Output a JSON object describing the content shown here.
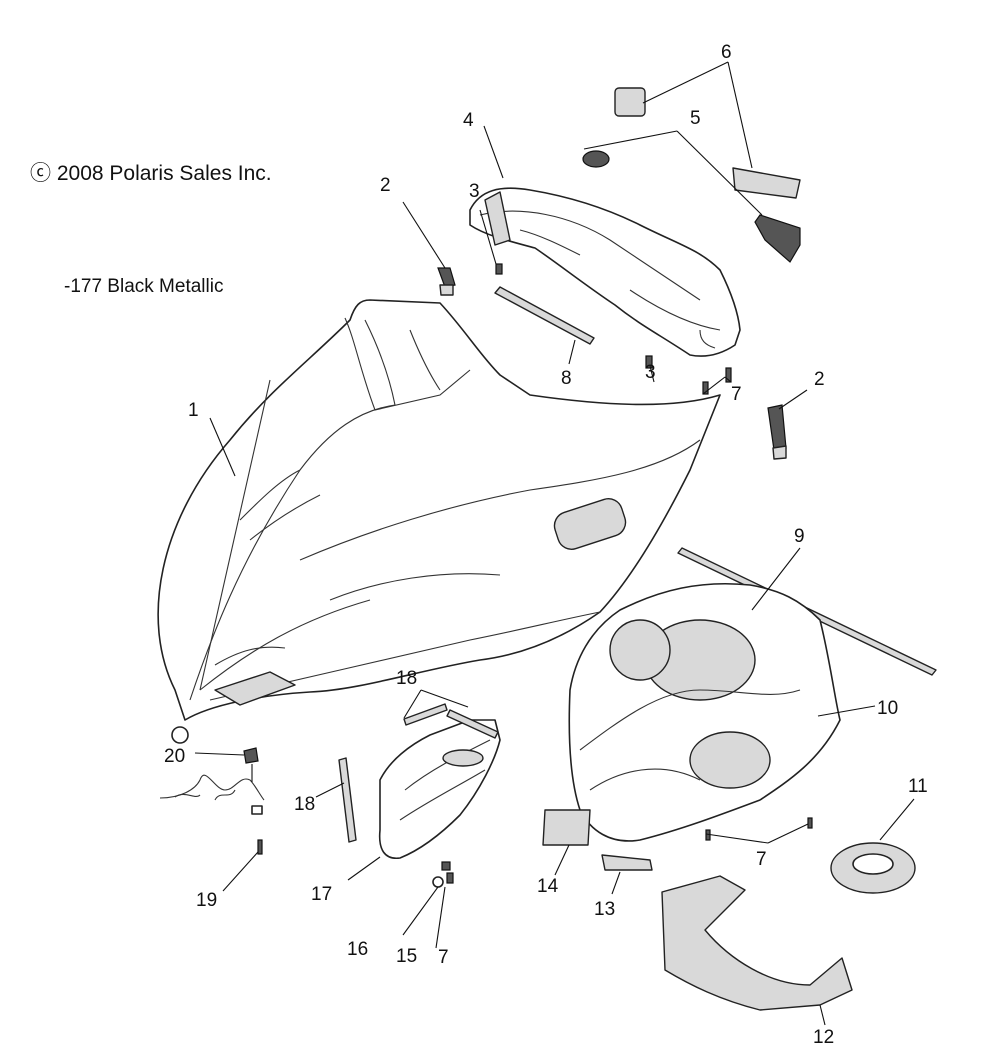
{
  "header": {
    "copyright": "ⓒ 2008 Polaris Sales Inc.",
    "color_note": "-177 Black Metallic"
  },
  "callouts": {
    "c1": "1",
    "c2a": "2",
    "c2b": "2",
    "c3a": "3",
    "c3b": "3",
    "c4": "4",
    "c5": "5",
    "c6": "6",
    "c7a": "7",
    "c7b": "7",
    "c7c": "7",
    "c8": "8",
    "c9": "9",
    "c10": "10",
    "c11": "11",
    "c12": "12",
    "c13": "13",
    "c14": "14",
    "c15": "15",
    "c16": "16",
    "c17": "17",
    "c18a": "18",
    "c18b": "18",
    "c19": "19",
    "c20": "20"
  }
}
